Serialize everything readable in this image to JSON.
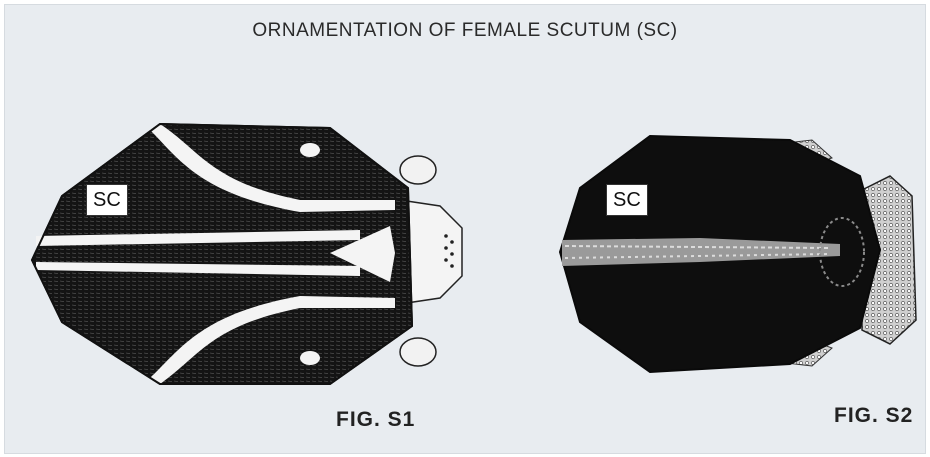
{
  "title": "ORNAMENTATION OF FEMALE SCUTUM (SC)",
  "figures": [
    {
      "label": "SC",
      "caption": "FIG. S1"
    },
    {
      "label": "SC",
      "caption": "FIG. S2"
    }
  ],
  "colors": {
    "background": "#e8ecf0",
    "ink": "#141414",
    "ornamentation": "#f4f4f4"
  }
}
